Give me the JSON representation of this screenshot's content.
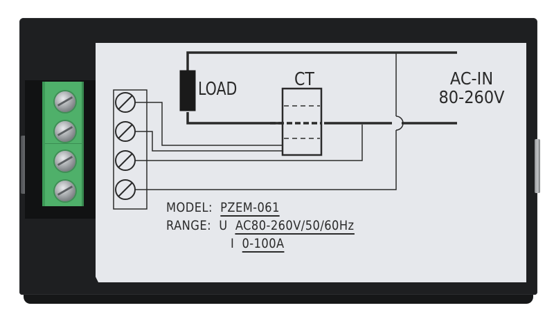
{
  "image_kind": "product photo of panel meter rear wiring label",
  "device": {
    "case_color": "#1e1f21",
    "label_color": "#e6e8ec",
    "terminal_block_color": "#4fb06a",
    "terminal_count": 4
  },
  "diagram": {
    "load_label": "LOAD",
    "ct_label": "CT",
    "ac_in": {
      "line1": "AC-IN",
      "line2": "80-260V"
    },
    "terminals": [
      {
        "index": 1,
        "connects_to": "CT winding lead A"
      },
      {
        "index": 2,
        "connects_to": "CT winding lead B"
      },
      {
        "index": 3,
        "connects_to": "AC line (lower conductor)"
      },
      {
        "index": 4,
        "connects_to": "AC line (upper conductor)"
      }
    ]
  },
  "specs": {
    "model_key": "MODEL",
    "model_sep": ":",
    "model_value": "PZEM-061",
    "range_key": "RANGE",
    "range_sep": ":",
    "voltage_symbol": "U",
    "voltage_value": "AC80-260V/50/60Hz",
    "current_symbol": "I",
    "current_value": "0-100A"
  }
}
